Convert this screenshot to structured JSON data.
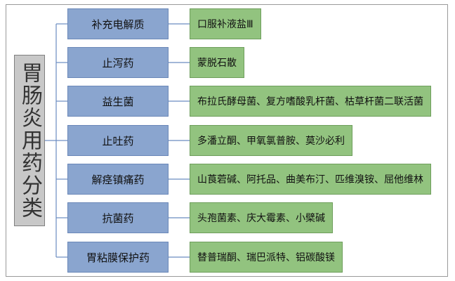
{
  "diagram": {
    "root_label": "胃肠炎用药分类",
    "rows": [
      {
        "category": "补充电解质",
        "drugs": "口服补液盐Ⅲ"
      },
      {
        "category": "止泻药",
        "drugs": "蒙脱石散"
      },
      {
        "category": "益生菌",
        "drugs": "布拉氏酵母菌、复方嗜酸乳杆菌、枯草杆菌二联活菌"
      },
      {
        "category": "止吐药",
        "drugs": "多潘立酮、甲氧氯普胺、莫沙必利"
      },
      {
        "category": "解痉镇痛药",
        "drugs": "山莨菪碱、阿托品、曲美布汀、匹维溴铵、屈他维林"
      },
      {
        "category": "抗菌药",
        "drugs": "头孢菌素、庆大霉素、小檗碱"
      },
      {
        "category": "胃粘膜保护药",
        "drugs": "替普瑞酮、瑞巴派特、铝碳酸镁"
      }
    ],
    "colors": {
      "root_fill": "#c8c8c8",
      "category_fill": "#8aa5cf",
      "drug_fill": "#92c37f",
      "connector": "#6b8cc0"
    }
  }
}
